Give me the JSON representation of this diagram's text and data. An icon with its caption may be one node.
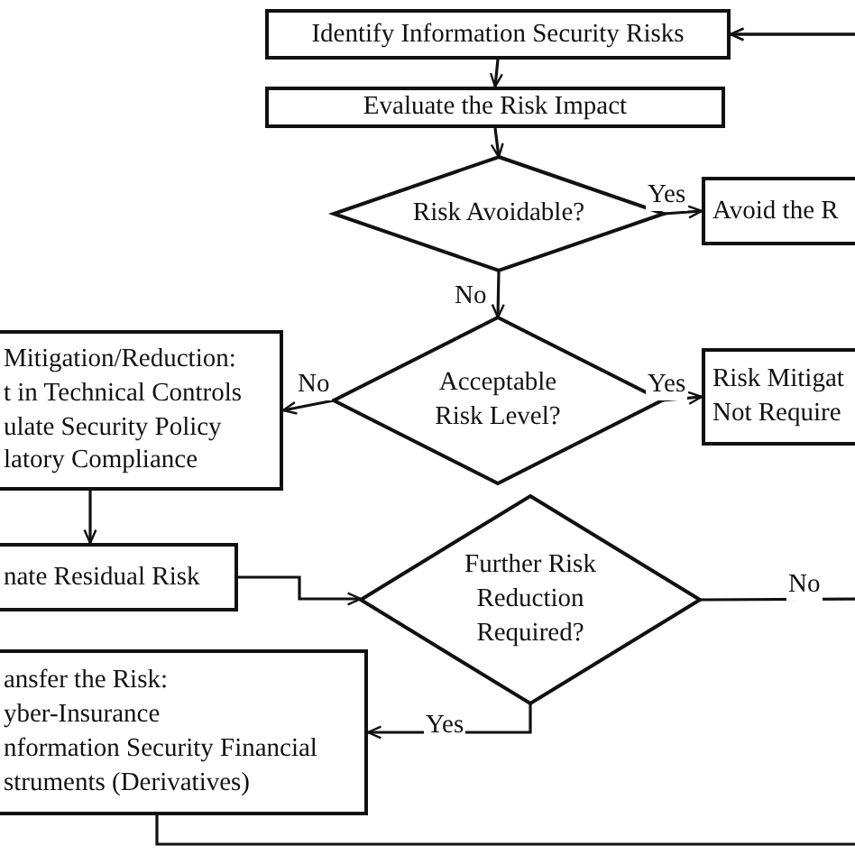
{
  "diagram": {
    "nodes": [
      {
        "text": [
          "Identify Information Security Risks"
        ]
      },
      {
        "text": [
          "Evaluate the Risk Impact"
        ]
      },
      {
        "text": [
          "Risk Avoidable?"
        ]
      },
      {
        "text": [
          "Avoid the R"
        ]
      },
      {
        "text": [
          "Acceptable Risk Level?"
        ]
      },
      {
        "text": [
          "Mitigation/Reduction:",
          "t in Technical Controls",
          "ulate Security Policy",
          "latory Compliance"
        ]
      },
      {
        "text": [
          "Risk Mitigat Not Require"
        ]
      },
      {
        "text": [
          "nate Residual Risk"
        ]
      },
      {
        "text": [
          "Further Risk Reduction Required?"
        ]
      },
      {
        "text": [
          "ansfer the Risk:",
          "yber-Insurance",
          "nformation Security Financial struments (Derivatives)"
        ]
      }
    ],
    "edges": [
      {
        "from": 0,
        "to": 1,
        "arrow": "to"
      },
      {
        "from": 1,
        "to": 2,
        "arrow": "to"
      },
      {
        "from": 2,
        "to": 3,
        "arrow": "to",
        "label": "Yes"
      },
      {
        "from": 2,
        "to": 4,
        "arrow": "to",
        "label": "No"
      },
      {
        "from": 4,
        "to": 5,
        "arrow": "to",
        "label": "No"
      },
      {
        "from": 4,
        "to": 6,
        "arrow": "to",
        "label": "Yes"
      },
      {
        "from": 5,
        "to": 7,
        "arrow": "to"
      },
      {
        "from": 7,
        "to": 8,
        "arrow": "to"
      },
      {
        "from": 8,
        "to": 9,
        "arrow": "to",
        "label": "Yes"
      },
      {
        "from": 8,
        "to": 0,
        "arrow": "to",
        "label": "No"
      },
      {
        "from": 9,
        "to": 0,
        "arrow": "to"
      }
    ]
  }
}
